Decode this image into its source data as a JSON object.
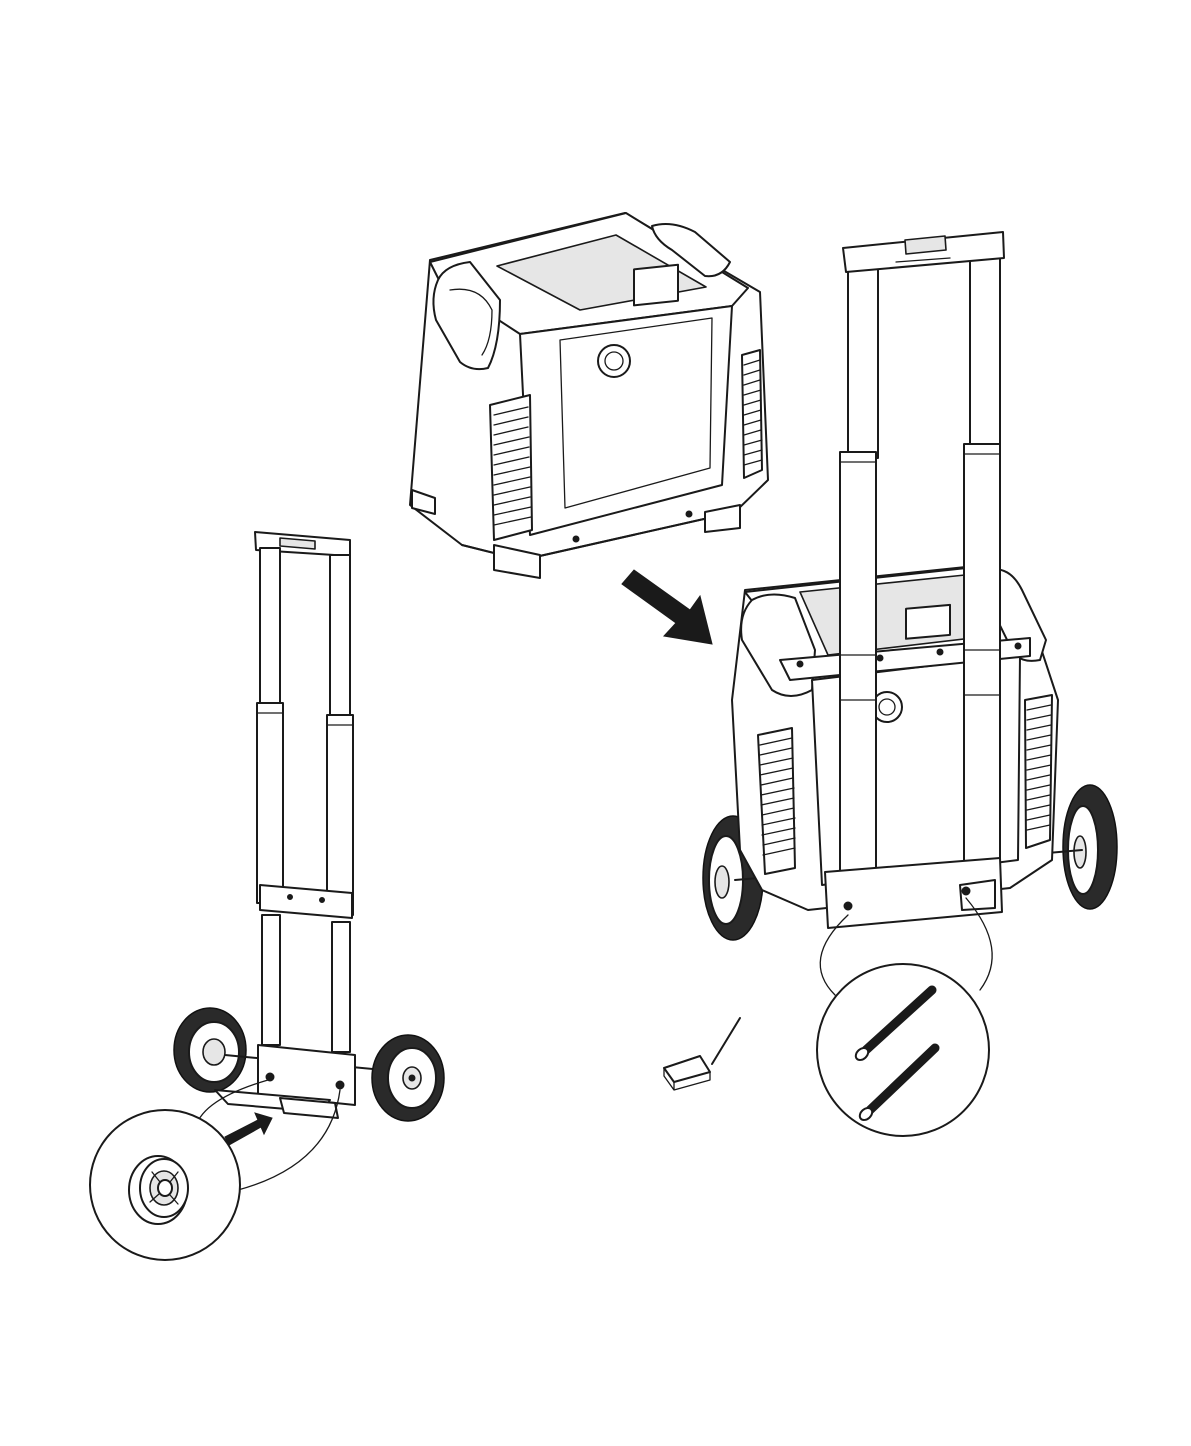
{
  "figure": {
    "kind": "assembly-illustration",
    "components": [
      "power-station",
      "trolley-cart",
      "wheels",
      "hex-key",
      "bolts"
    ],
    "arrows": 2,
    "detail_callouts": 2,
    "colors": {
      "line": "#1a1a1a",
      "background": "#ffffff",
      "shade": "#e6e6e6"
    }
  }
}
